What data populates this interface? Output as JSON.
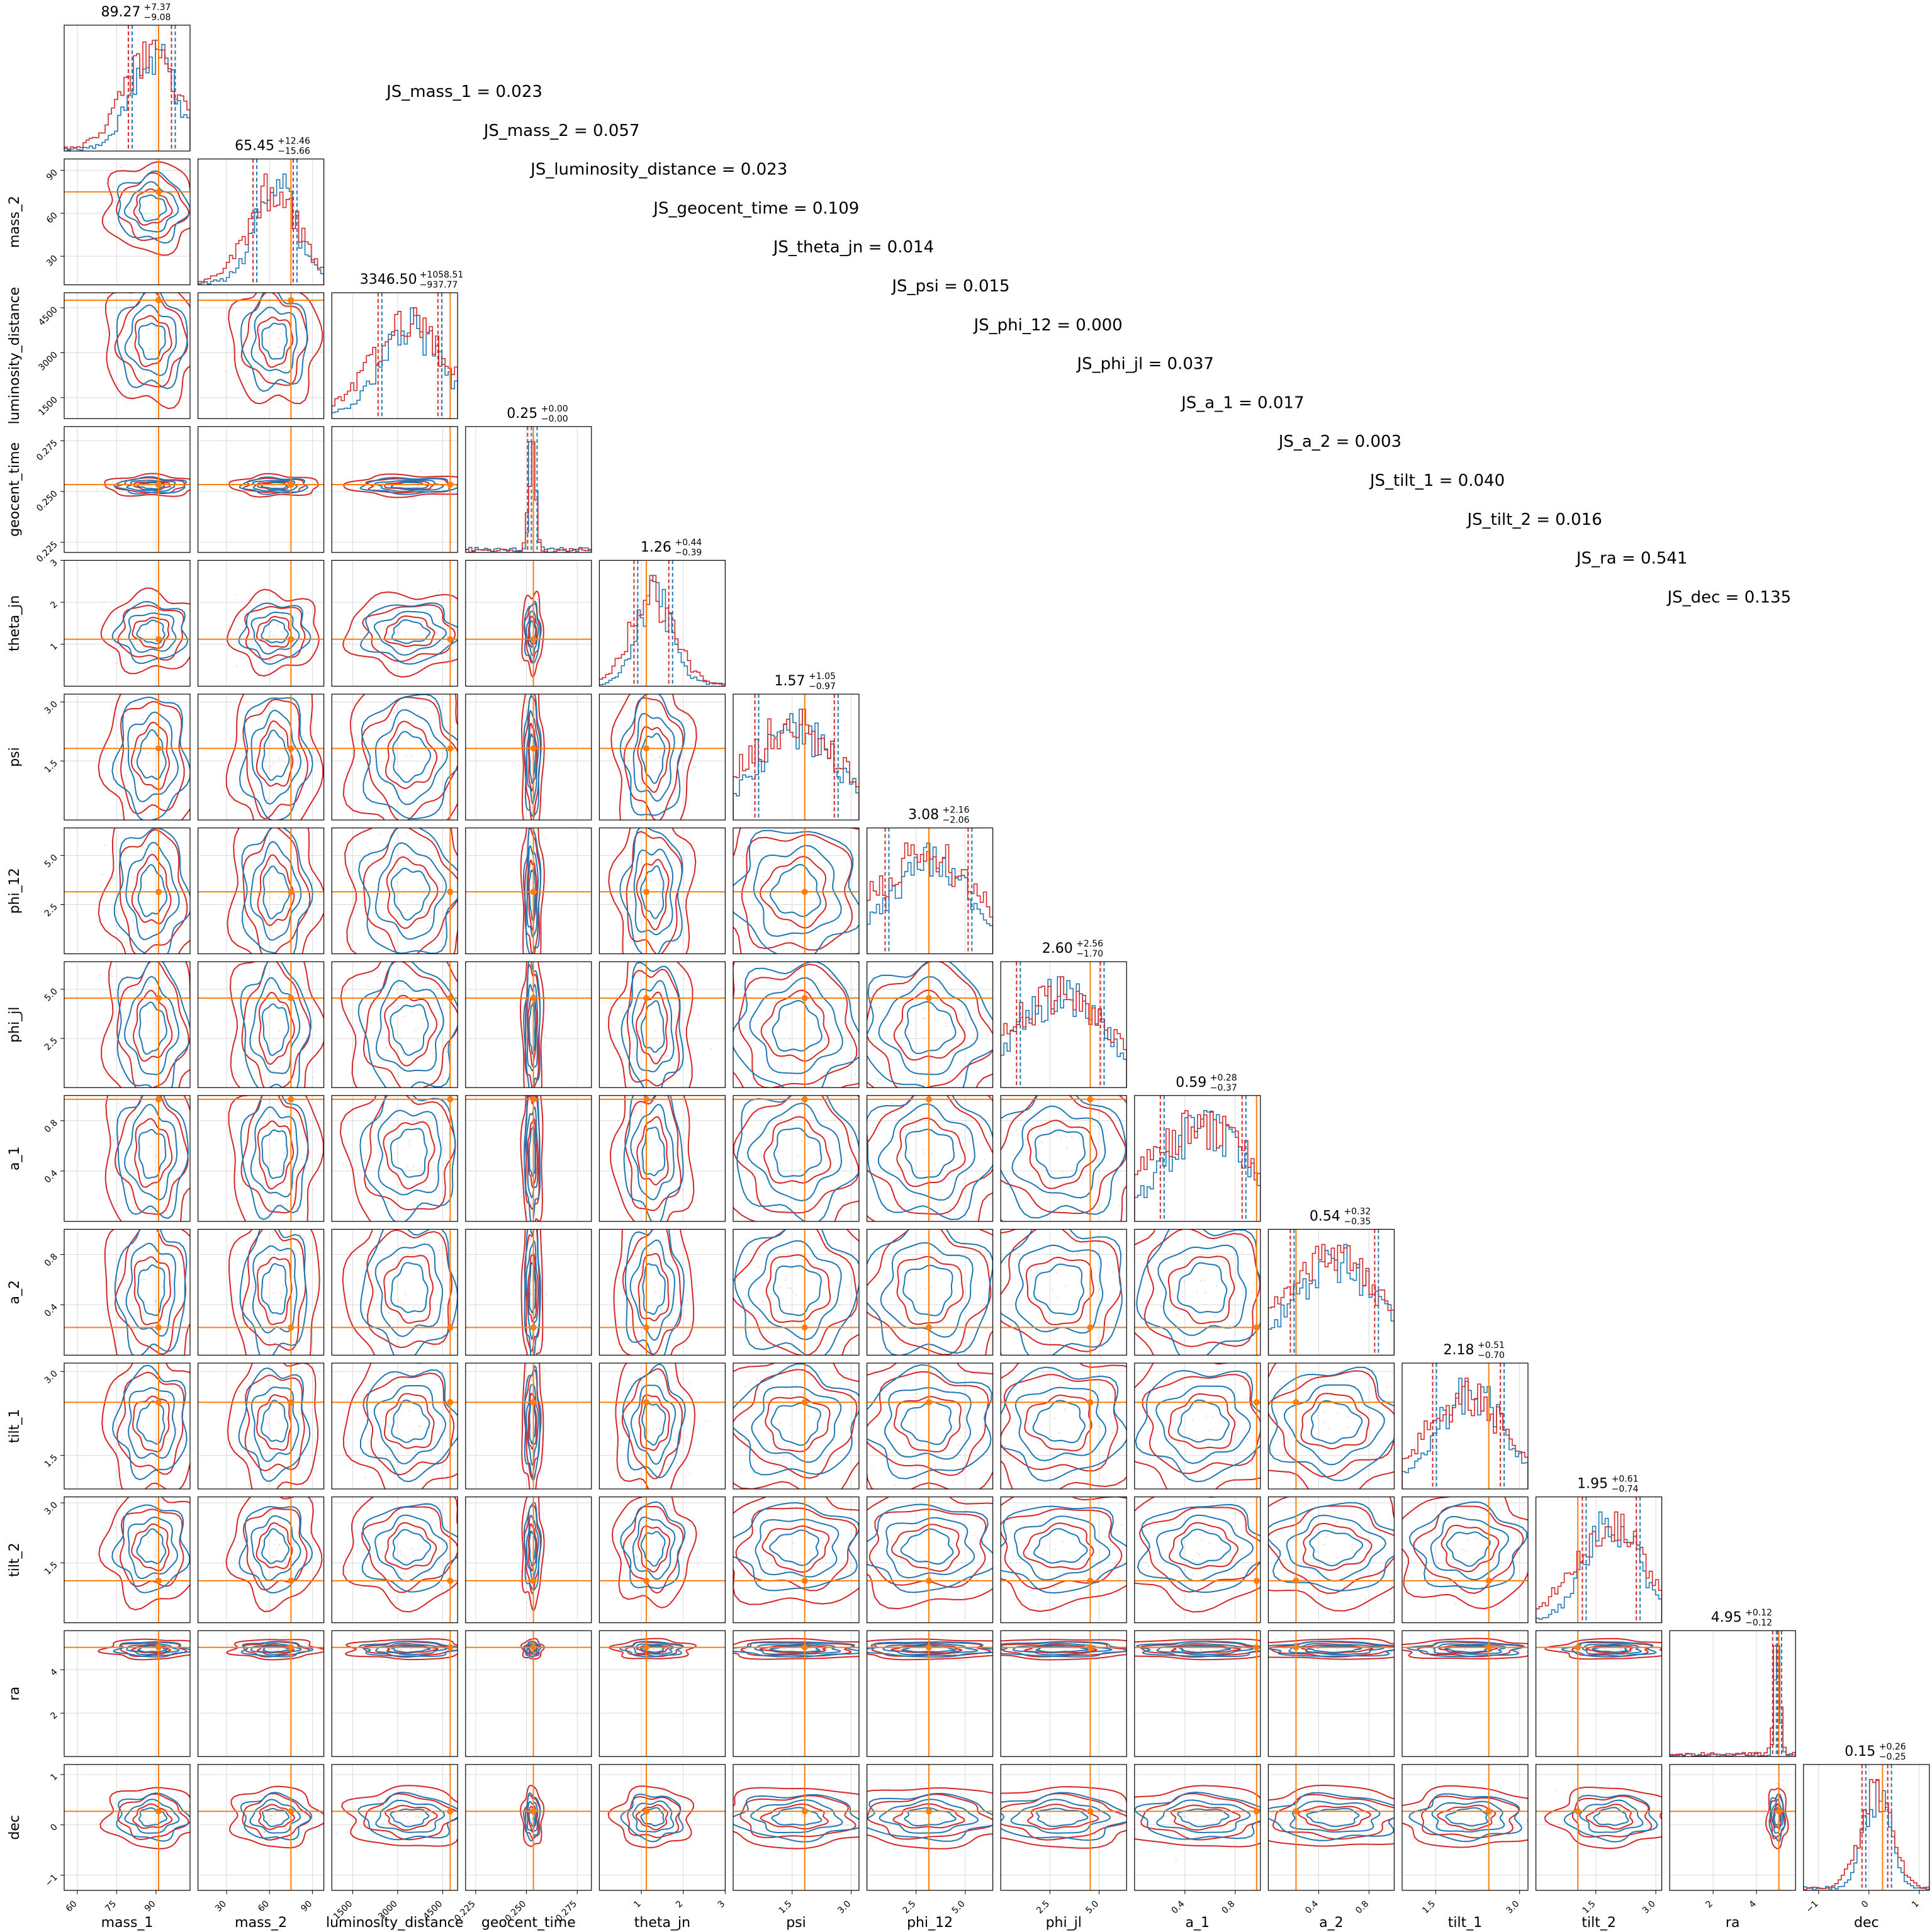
{
  "chart_data": {
    "type": "corner",
    "parameters": [
      "mass_1",
      "mass_2",
      "luminosity_distance",
      "geocent_time",
      "theta_jn",
      "psi",
      "phi_12",
      "phi_jl",
      "a_1",
      "a_2",
      "tilt_1",
      "tilt_2",
      "ra",
      "dec"
    ],
    "ranges": {
      "mass_1": [
        55,
        103
      ],
      "mass_2": [
        10,
        98
      ],
      "luminosity_distance": [
        800,
        5000
      ],
      "geocent_time": [
        0.22,
        0.282
      ],
      "theta_jn": [
        0,
        3.0
      ],
      "psi": [
        0,
        3.2
      ],
      "phi_12": [
        0,
        6.4
      ],
      "phi_jl": [
        0,
        6.4
      ],
      "a_1": [
        0,
        1.0
      ],
      "a_2": [
        0,
        1.0
      ],
      "tilt_1": [
        0.9,
        3.15
      ],
      "tilt_2": [
        0,
        3.15
      ],
      "ra": [
        0,
        5.8
      ],
      "dec": [
        -1.3,
        1.2
      ]
    },
    "ticks": {
      "mass_1": [
        60,
        75,
        90
      ],
      "mass_2": [
        30,
        60,
        90
      ],
      "luminosity_distance": [
        1500,
        3000,
        4500
      ],
      "geocent_time": [
        0.225,
        0.25,
        0.275
      ],
      "theta_jn": [
        1,
        2,
        3
      ],
      "psi": [
        1.5,
        3.0
      ],
      "phi_12": [
        2.5,
        5.0
      ],
      "phi_jl": [
        2.5,
        5.0
      ],
      "a_1": [
        0.4,
        0.8
      ],
      "a_2": [
        0.4,
        0.8
      ],
      "tilt_1": [
        1.5,
        3.0
      ],
      "tilt_2": [
        1.5,
        3.0
      ],
      "ra": [
        2,
        4
      ],
      "dec": [
        -1,
        0,
        1
      ]
    },
    "tick_labels": {
      "mass_1": [
        "60",
        "75",
        "90"
      ],
      "mass_2": [
        "30",
        "60",
        "90"
      ],
      "luminosity_distance": [
        "1500",
        "3000",
        "4500"
      ],
      "geocent_time": [
        "0.225",
        "0.250",
        "0.275"
      ],
      "theta_jn": [
        "1",
        "2",
        "3"
      ],
      "psi": [
        "1.5",
        "3.0"
      ],
      "phi_12": [
        "2.5",
        "5.0"
      ],
      "phi_jl": [
        "2.5",
        "5.0"
      ],
      "a_1": [
        "0.4",
        "0.8"
      ],
      "a_2": [
        "0.4",
        "0.8"
      ],
      "tilt_1": [
        "1.5",
        "3.0"
      ],
      "tilt_2": [
        "1.5",
        "3.0"
      ],
      "ra": [
        "2",
        "4"
      ],
      "dec": [
        "−1",
        "0",
        "1"
      ]
    },
    "injection": {
      "mass_1": 91,
      "mass_2": 75,
      "luminosity_distance": 4750,
      "geocent_time": 0.2534,
      "theta_jn": 1.12,
      "psi": 1.82,
      "phi_12": 3.15,
      "phi_jl": 4.55,
      "a_1": 0.97,
      "a_2": 0.22,
      "tilt_1": 2.45,
      "tilt_2": 1.05,
      "ra": 5.03,
      "dec": 0.27
    },
    "posterior_summary": [
      {
        "param": "mass_1",
        "median": "89.27",
        "plus": "+7.37",
        "minus": "−9.08",
        "lo": 80.19,
        "hi": 96.64
      },
      {
        "param": "mass_2",
        "median": "65.45",
        "plus": "+12.46",
        "minus": "−15.66",
        "lo": 49.79,
        "hi": 77.91
      },
      {
        "param": "luminosity_distance",
        "median": "3346.50",
        "plus": "+1058.51",
        "minus": "−937.77",
        "lo": 2408.73,
        "hi": 4405.01
      },
      {
        "param": "geocent_time",
        "median": "0.25",
        "plus": "+0.00",
        "minus": "−0.00",
        "lo": 0.2515,
        "hi": 0.2543
      },
      {
        "param": "theta_jn",
        "median": "1.26",
        "plus": "+0.44",
        "minus": "−0.39",
        "lo": 0.87,
        "hi": 1.7
      },
      {
        "param": "psi",
        "median": "1.57",
        "plus": "+1.05",
        "minus": "−0.97",
        "lo": 0.6,
        "hi": 2.62
      },
      {
        "param": "phi_12",
        "median": "3.08",
        "plus": "+2.16",
        "minus": "−2.06",
        "lo": 1.02,
        "hi": 5.24
      },
      {
        "param": "phi_jl",
        "median": "2.60",
        "plus": "+2.56",
        "minus": "−1.70",
        "lo": 0.9,
        "hi": 5.16
      },
      {
        "param": "a_1",
        "median": "0.59",
        "plus": "+0.28",
        "minus": "−0.37",
        "lo": 0.22,
        "hi": 0.87
      },
      {
        "param": "a_2",
        "median": "0.54",
        "plus": "+0.32",
        "minus": "−0.35",
        "lo": 0.19,
        "hi": 0.86
      },
      {
        "param": "tilt_1",
        "median": "2.18",
        "plus": "+0.51",
        "minus": "−0.70",
        "lo": 1.48,
        "hi": 2.69
      },
      {
        "param": "tilt_2",
        "median": "1.95",
        "plus": "+0.61",
        "minus": "−0.74",
        "lo": 1.21,
        "hi": 2.56
      },
      {
        "param": "ra",
        "median": "4.95",
        "plus": "+0.12",
        "minus": "−0.12",
        "lo": 4.83,
        "hi": 5.07
      },
      {
        "param": "dec",
        "median": "0.15",
        "plus": "+0.26",
        "minus": "−0.25",
        "lo": -0.1,
        "hi": 0.41
      }
    ],
    "js_divergences": [
      {
        "label": "JS_mass_1 = 0.023"
      },
      {
        "label": "JS_mass_2 = 0.057"
      },
      {
        "label": "JS_luminosity_distance = 0.023"
      },
      {
        "label": "JS_geocent_time = 0.109"
      },
      {
        "label": "JS_theta_jn = 0.014"
      },
      {
        "label": "JS_psi = 0.015"
      },
      {
        "label": "JS_phi_12 = 0.000"
      },
      {
        "label": "JS_phi_jl = 0.037"
      },
      {
        "label": "JS_a_1 = 0.017"
      },
      {
        "label": "JS_a_2 = 0.003"
      },
      {
        "label": "JS_tilt_1 = 0.040"
      },
      {
        "label": "JS_tilt_2 = 0.016"
      },
      {
        "label": "JS_ra = 0.541"
      },
      {
        "label": "JS_dec = 0.135"
      }
    ],
    "series": [
      {
        "color": "#1f77b4"
      },
      {
        "color": "#d62728"
      }
    ],
    "injection_color": "#ff7f0e",
    "grid": true
  }
}
